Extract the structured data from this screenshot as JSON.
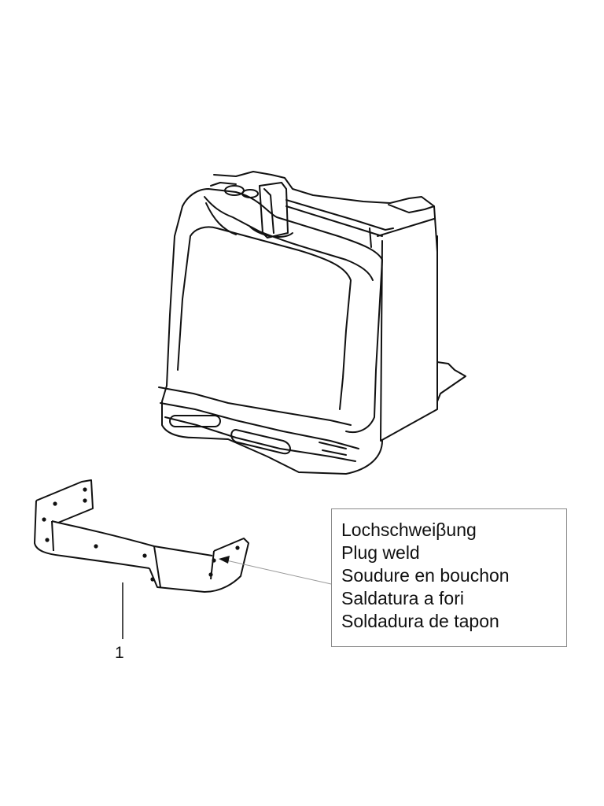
{
  "callout": {
    "lines": [
      "Lochschweiβung",
      "Plug weld",
      "Soudure en bouchon",
      "Saldatura a fori",
      "Soldadura de tapon"
    ]
  },
  "part_label": "1",
  "colors": {
    "line": "#111111",
    "callout_border": "#8a8a8a",
    "leader": "#9a9a9a"
  }
}
